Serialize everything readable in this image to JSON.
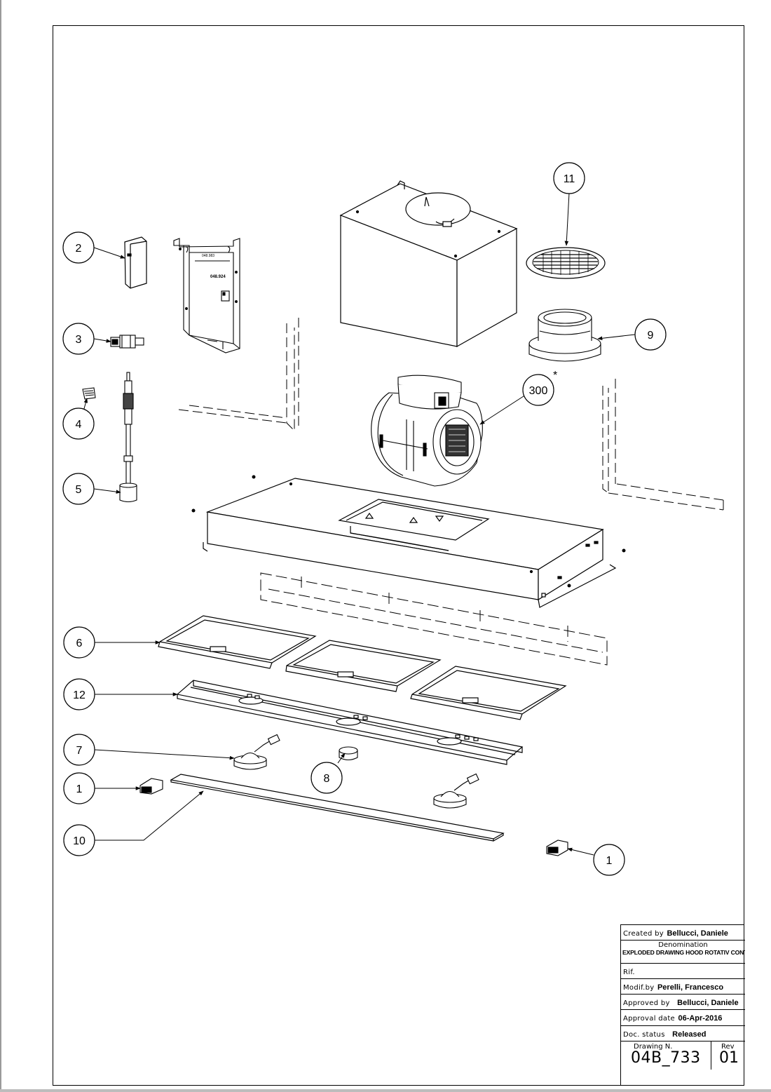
{
  "balloons": [
    {
      "name": "balloon-2",
      "label": "2"
    },
    {
      "name": "balloon-3",
      "label": "3"
    },
    {
      "name": "balloon-4",
      "label": "4"
    },
    {
      "name": "balloon-5",
      "label": "5"
    },
    {
      "name": "balloon-11",
      "label": "11"
    },
    {
      "name": "balloon-9",
      "label": "9"
    },
    {
      "name": "balloon-300",
      "label": "300"
    },
    {
      "name": "balloon-6",
      "label": "6"
    },
    {
      "name": "balloon-12",
      "label": "12"
    },
    {
      "name": "balloon-7",
      "label": "7"
    },
    {
      "name": "balloon-8",
      "label": "8"
    },
    {
      "name": "balloon-1-left",
      "label": "1"
    },
    {
      "name": "balloon-10",
      "label": "10"
    },
    {
      "name": "balloon-1-right",
      "label": "1"
    }
  ],
  "star_mark": "*",
  "bracket_labels": {
    "label_a": "048.983",
    "label_b": "048.924"
  },
  "title_block": {
    "created_by_key": "Created by",
    "created_by_value": "Bellucci, Daniele",
    "denomination_key": "Denomination",
    "denomination_value": "EXPLODED DRAWING HOOD ROTATIV CONTROL",
    "rif_key": "Rif.",
    "modif_key": "Modif.by",
    "modif_value": "Perelli, Francesco",
    "approved_key": "Approved by",
    "approved_value": "Bellucci, Daniele",
    "approval_date_key": "Approval date",
    "approval_date_value": "06-Apr-2016",
    "status_key": "Doc. status",
    "status_value": "Released",
    "drawing_key": "Drawing N.",
    "drawing_value": "04B_733",
    "rev_key": "Rev",
    "rev_value": "01"
  }
}
